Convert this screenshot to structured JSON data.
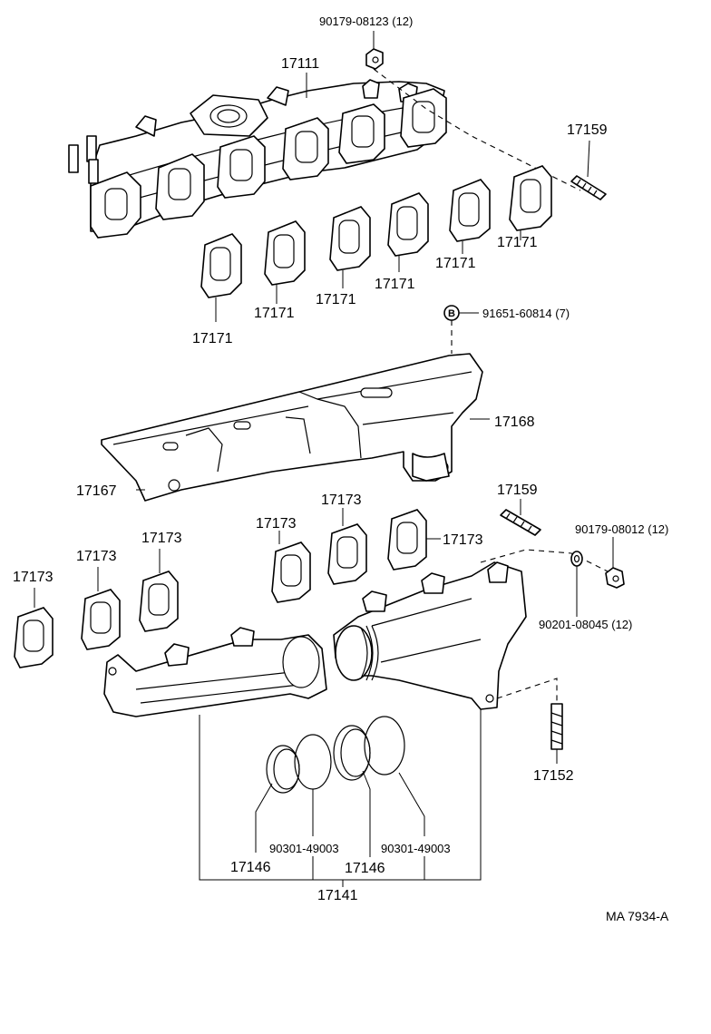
{
  "labels": {
    "nut_upper": "90179-08123 (12)",
    "manifold": "17111",
    "stud_upper": "17159",
    "gasket_a": "17171",
    "gasket_b": "17171",
    "gasket_c": "17171",
    "gasket_d": "17171",
    "gasket_e": "17171",
    "gasket_f": "17171",
    "bolt_b": "91651-60814 (7)",
    "b_marker": "B",
    "insulator_right": "17168",
    "insulator_left": "17167",
    "stud_lower": "17159",
    "nut_lower": "90179-08012 (12)",
    "washer": "90201-08045 (12)",
    "gasket_g": "17173",
    "gasket_h": "17173",
    "gasket_i": "17173",
    "gasket_j": "17173",
    "gasket_k": "17173",
    "gasket_l": "17173",
    "stud_bottom": "17152",
    "ring_a": "90301-49003",
    "ring_b": "90301-49003",
    "seal_a": "17146",
    "seal_b": "17146",
    "lower_manifold": "17141",
    "ref_code": "MA  7934-A"
  }
}
